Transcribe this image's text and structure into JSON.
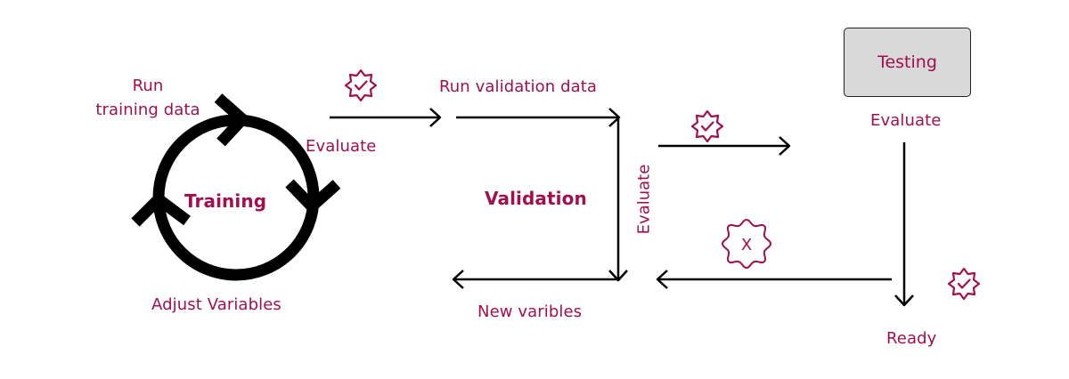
{
  "colors": {
    "accent": "#a0104e",
    "line": "#000000",
    "box_fill": "#d9d9d9"
  },
  "training": {
    "title": "Training",
    "run_label_line1": "Run",
    "run_label_line2": "training data",
    "adjust_label": "Adjust Variables",
    "evaluate_label": "Evaluate",
    "cycle_icon": "cycle-arrows-icon"
  },
  "validation": {
    "title": "Validation",
    "run_label": "Run validation data",
    "new_variables_label": "New varibles",
    "evaluate_label": "Evaluate"
  },
  "testing": {
    "title": "Testing",
    "evaluate_label": "Evaluate",
    "ready_label": "Ready"
  },
  "badges": {
    "pass_icon": "verified-badge-icon",
    "fail_icon": "rejected-badge-icon",
    "fail_text": "X"
  }
}
